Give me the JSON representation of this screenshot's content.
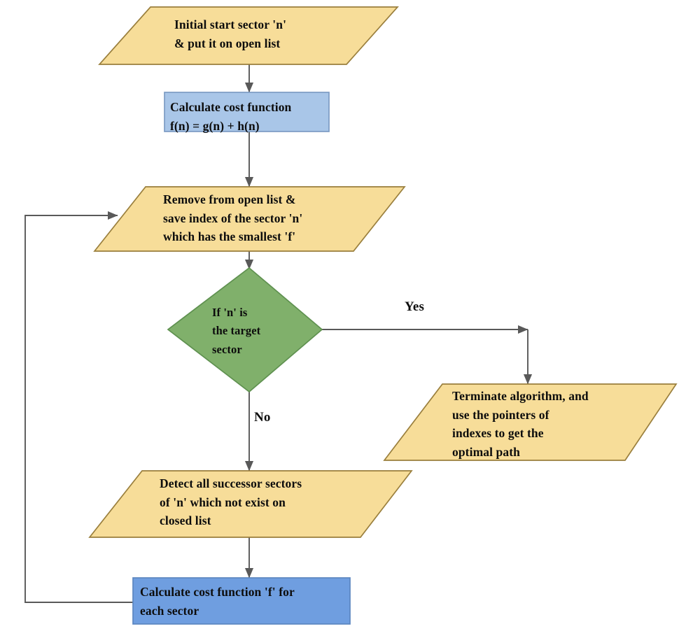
{
  "diagram": {
    "title": "A* search algorithm flowchart",
    "type": "flowchart",
    "background_color": "#ffffff",
    "palette": {
      "data_fill": "#f7dd99",
      "data_stroke": "#9a7f3d",
      "process_fill_light": "#a9c6e8",
      "process_stroke_light": "#7c9bc4",
      "process_fill_strong": "#6f9ee0",
      "process_stroke_strong": "#5c86c0",
      "decision_fill": "#80b06b",
      "decision_stroke": "#5f9150",
      "connector": "#595959",
      "text": "#0d0d0d"
    }
  },
  "nodes": [
    {
      "id": "start",
      "shape": "parallelogram",
      "role": "data",
      "text": "Initial start sector 'n'\n& put it on open list",
      "lines": [
        "Initial start sector 'n'",
        "& put it on open list"
      ]
    },
    {
      "id": "cost-function",
      "shape": "rectangle",
      "role": "process",
      "text": "Calculate cost function\nf(n) = g(n) + h(n)",
      "lines": [
        "Calculate cost function",
        "f(n) = g(n) + h(n)"
      ]
    },
    {
      "id": "remove-open-list",
      "shape": "parallelogram",
      "role": "data",
      "text": "Remove from open list &\nsave index of the sector 'n'\nwhich has the smallest 'f'",
      "lines": [
        "Remove from open list &",
        "save index of the sector 'n'",
        "which has the smallest 'f'"
      ]
    },
    {
      "id": "target-check",
      "shape": "diamond",
      "role": "decision",
      "text": "If 'n' is\nthe target\nsector",
      "lines": [
        "If 'n' is",
        "the target",
        "sector"
      ]
    },
    {
      "id": "terminate",
      "shape": "parallelogram",
      "role": "data",
      "text": "Terminate algorithm, and\nuse the pointers of\nindexes to get the\noptimal path",
      "lines": [
        "Terminate algorithm, and",
        "use the pointers of",
        "indexes to get the",
        "optimal path"
      ]
    },
    {
      "id": "detect-successors",
      "shape": "parallelogram",
      "role": "data",
      "text": "Detect all successor sectors\nof 'n' which not exist on\nclosed list",
      "lines": [
        "Detect all successor sectors",
        "of 'n' which not exist on",
        "closed list"
      ]
    },
    {
      "id": "cost-each-sector",
      "shape": "rectangle",
      "role": "process",
      "text": "Calculate cost function 'f' for\neach sector",
      "lines": [
        "Calculate cost function 'f' for",
        "each sector"
      ]
    }
  ],
  "edges": [
    {
      "id": "start-to-cost",
      "from": "start",
      "to": "cost-function",
      "label": ""
    },
    {
      "id": "cost-to-remove",
      "from": "cost-function",
      "to": "remove-open-list",
      "label": ""
    },
    {
      "id": "remove-to-decision",
      "from": "remove-open-list",
      "to": "target-check",
      "label": ""
    },
    {
      "id": "decision-yes",
      "from": "target-check",
      "to": "terminate",
      "label": "Yes"
    },
    {
      "id": "decision-no",
      "from": "target-check",
      "to": "detect-successors",
      "label": "No"
    },
    {
      "id": "detect-to-cost-each",
      "from": "detect-successors",
      "to": "cost-each-sector",
      "label": ""
    },
    {
      "id": "loop-back",
      "from": "cost-each-sector",
      "to": "remove-open-list",
      "label": ""
    }
  ],
  "edge_labels": {
    "yes": "Yes",
    "no": "No"
  }
}
